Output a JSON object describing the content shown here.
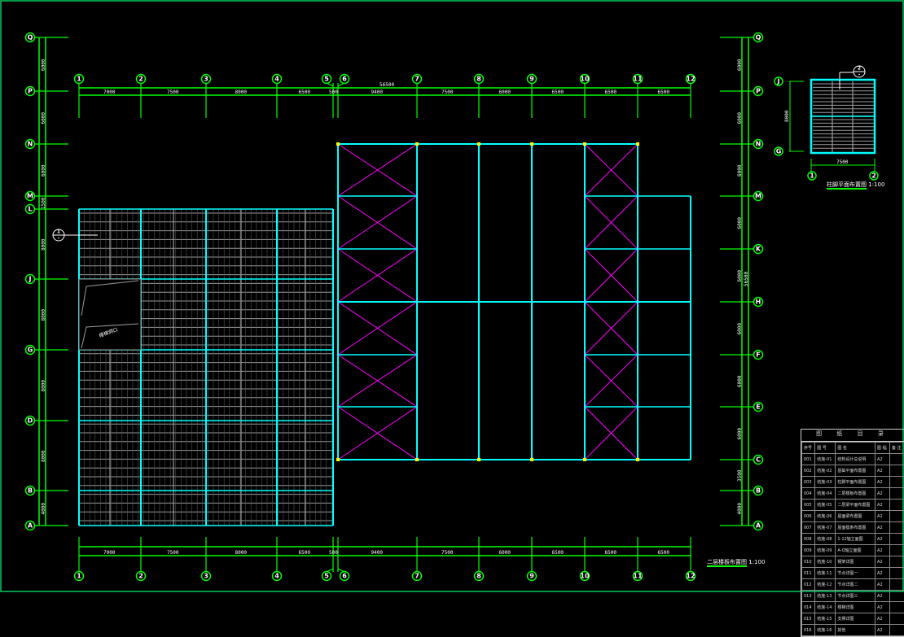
{
  "colors": {
    "frame": "#00ffff",
    "axis": "#00ff00",
    "brace": "#ff00ff",
    "deck": "#9a9a9a",
    "text": "#ffffff",
    "border": "#00cc66"
  },
  "column_axes": [
    "1",
    "2",
    "3",
    "4",
    "5",
    "6",
    "7",
    "8",
    "9",
    "10",
    "11",
    "12"
  ],
  "top_dimensions": [
    "7000",
    "7500",
    "8000",
    "6500",
    "500",
    "9400",
    "7500",
    "6000",
    "6500",
    "6500",
    "6500"
  ],
  "overall_dimension": "56500",
  "left_row_axes": [
    "Q",
    "P",
    "N",
    "M",
    "L",
    "J",
    "G",
    "D",
    "B",
    "A"
  ],
  "right_row_axes": [
    "Q",
    "P",
    "N",
    "M",
    "K",
    "H",
    "F",
    "E",
    "C",
    "B",
    "A"
  ],
  "left_dimensions": [
    "6000",
    "6000",
    "6000",
    "1500",
    "8000",
    "8000",
    "8000",
    "8000",
    "4000"
  ],
  "right_dimensions": [
    "6000",
    "6000",
    "6000",
    "6000",
    "6000",
    "6000",
    "6000",
    "6000",
    "3500",
    "4000"
  ],
  "right_overall_dimension": "56500",
  "detail_ref": {
    "num": "2",
    "sheet": "-"
  },
  "section_ref": {
    "num": "1",
    "sheet": "-"
  },
  "main_title": {
    "text": "二层楼板布置图",
    "scale": "1:100"
  },
  "detail_title": {
    "text": "柱脚平面布置图",
    "scale": "1:100"
  },
  "detail": {
    "row_top": "J",
    "row_bottom": "G",
    "col_left": "1",
    "col_right": "2",
    "width_dim": "7500",
    "height_dim": "8000"
  },
  "opening_label": "楼梯洞口",
  "drawing_index": {
    "title": "图 纸 目 录",
    "headers": [
      "序号",
      "图 号",
      "图 名",
      "图 幅",
      "备 注"
    ],
    "rows": [
      [
        "001",
        "结施-01",
        "结构设计总说明",
        "A2",
        ""
      ],
      [
        "002",
        "结施-02",
        "基础平面布置图",
        "A2",
        ""
      ],
      [
        "003",
        "结施-03",
        "柱脚平面布置图",
        "A2",
        ""
      ],
      [
        "004",
        "结施-04",
        "二层楼板布置图",
        "A2",
        ""
      ],
      [
        "005",
        "结施-05",
        "二层梁平面布置图",
        "A2",
        ""
      ],
      [
        "006",
        "结施-06",
        "屋面梁布置图",
        "A2",
        ""
      ],
      [
        "007",
        "结施-07",
        "屋面檩条布置图",
        "A2",
        ""
      ],
      [
        "008",
        "结施-08",
        "1-12轴立面图",
        "A2",
        ""
      ],
      [
        "009",
        "结施-09",
        "A-Q轴立面图",
        "A2",
        ""
      ],
      [
        "010",
        "结施-10",
        "钢架详图",
        "A2",
        ""
      ],
      [
        "011",
        "结施-11",
        "节点详图一",
        "A2",
        ""
      ],
      [
        "012",
        "结施-12",
        "节点详图二",
        "A2",
        ""
      ],
      [
        "013",
        "结施-13",
        "节点详图三",
        "A2",
        ""
      ],
      [
        "014",
        "结施-14",
        "楼梯详图",
        "A2",
        ""
      ],
      [
        "015",
        "结施-15",
        "支撑详图",
        "A2",
        ""
      ],
      [
        "016",
        "结施-16",
        "其他",
        "A2",
        ""
      ]
    ]
  }
}
